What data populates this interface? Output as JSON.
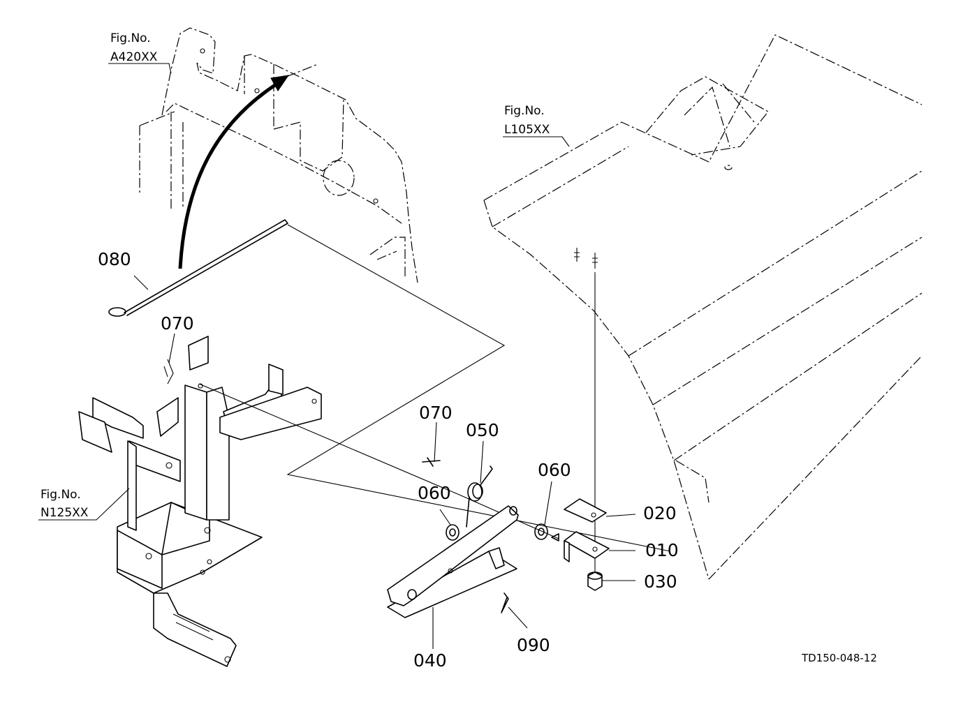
{
  "callouts": {
    "fig_a": {
      "prefix": "Fig.No.",
      "code": "A420XX"
    },
    "fig_l": {
      "prefix": "Fig.No.",
      "code": "L105XX"
    },
    "fig_n": {
      "prefix": "Fig.No.",
      "code": "N125XX"
    }
  },
  "parts": {
    "p010": "010",
    "p020": "020",
    "p030": "030",
    "p040": "040",
    "p050": "050",
    "p060_a": "060",
    "p060_b": "060",
    "p070_a": "070",
    "p070_b": "070",
    "p080": "080",
    "p090": "090"
  },
  "drawing_code": "TD150-048-12"
}
